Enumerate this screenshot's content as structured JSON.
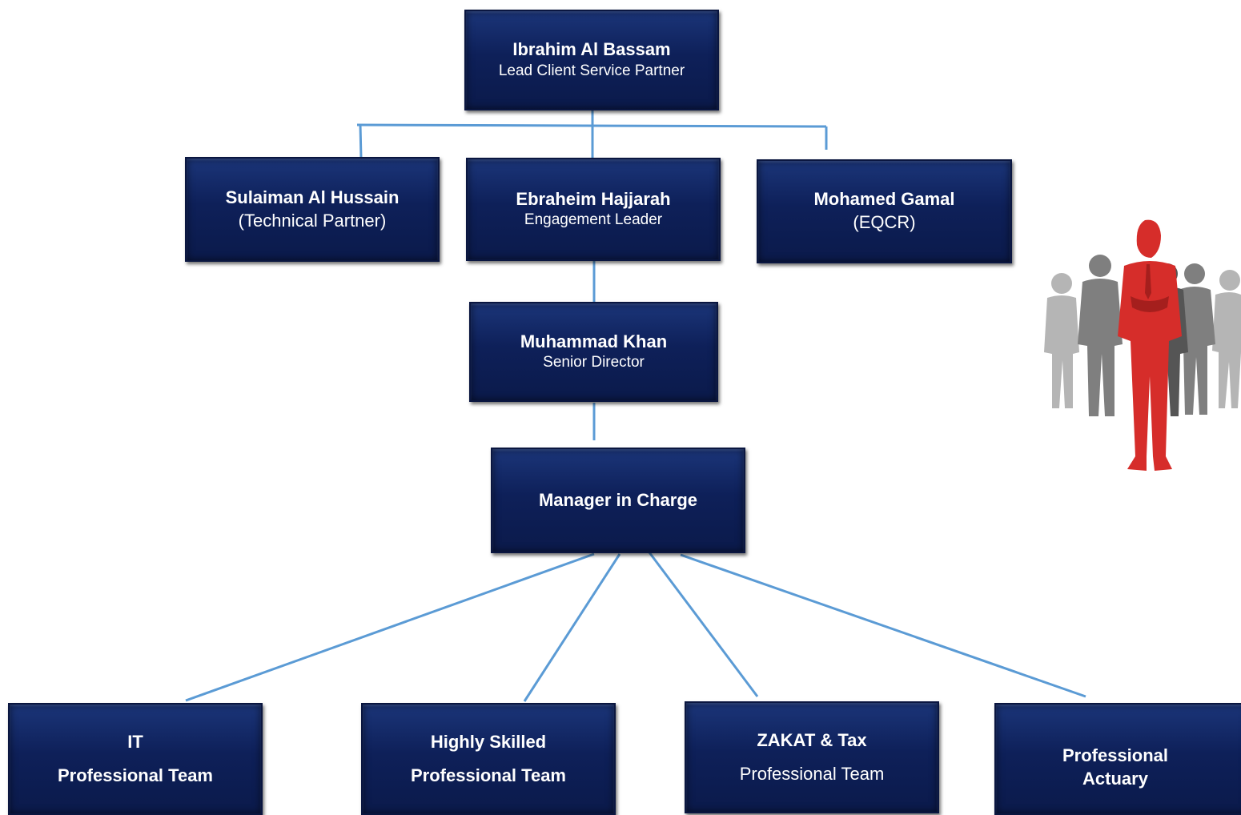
{
  "org_chart": {
    "top": {
      "name": "Ibrahim  Al Bassam",
      "role": "Lead Client Service Partner"
    },
    "partners": [
      {
        "name": "Sulaiman Al Hussain",
        "role": "(Technical  Partner)"
      },
      {
        "name": "Ebraheim Hajjarah",
        "role": "Engagement Leader"
      },
      {
        "name": "Mohamed Gamal",
        "role": "(EQCR)"
      }
    ],
    "director": {
      "name": "Muhammad Khan",
      "role": "Senior Director"
    },
    "manager": {
      "name": "Manager  in  Charge"
    },
    "teams": [
      {
        "line1": "IT",
        "line2": "Professional  Team"
      },
      {
        "line1": "Highly Skilled",
        "line2": "Professional  Team"
      },
      {
        "line1": "ZAKAT  &  Tax",
        "line2": "Professional  Team"
      },
      {
        "line1": "Professional",
        "line2": "Actuary"
      }
    ]
  },
  "colors": {
    "box": "#0e2059",
    "connector": "#5b9bd5",
    "leader": "#d62d2a",
    "crowd": "#8c8c8c"
  },
  "icons": {
    "team_illustration": "business-team-leader-icon"
  }
}
